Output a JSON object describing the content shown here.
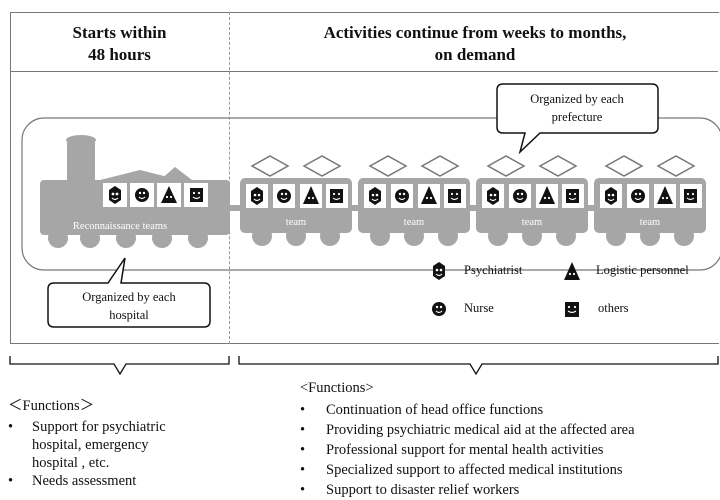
{
  "header": {
    "left_title_1": "Starts within",
    "left_title_2": "48 hours",
    "right_title_1": "Activities continue from weeks to months,",
    "right_title_2": "on demand"
  },
  "callouts": {
    "prefecture_1": "Organized by each",
    "prefecture_2": "prefecture",
    "hospital_1": "Organized by each",
    "hospital_2": "hospital"
  },
  "train": {
    "engine_label": "Reconnaissance teams",
    "car_labels": [
      "team",
      "team",
      "team",
      "team"
    ]
  },
  "legend": {
    "psychiatrist": "Psychiatrist",
    "logistic": "Logistic personnel",
    "nurse": "Nurse",
    "others": "others",
    "icons": [
      "psychiatrist-icon",
      "logistic-personnel-icon",
      "nurse-icon",
      "others-icon"
    ]
  },
  "functions_left": {
    "heading": "＜Functions＞",
    "items": [
      "Support for psychiatric",
      "hospital, emergency",
      "hospital , etc.",
      "Needs assessment"
    ]
  },
  "functions_right": {
    "heading": "<Functions>",
    "items": [
      "Continuation of head office functions",
      "Providing psychiatric medical aid at the affected area",
      "Professional support for mental health activities",
      "Specialized support to affected medical institutions",
      "Support to disaster relief workers"
    ]
  },
  "colors": {
    "train": "#a6a6a6",
    "ink": "#111111",
    "icon_bg": "#ffffff"
  }
}
